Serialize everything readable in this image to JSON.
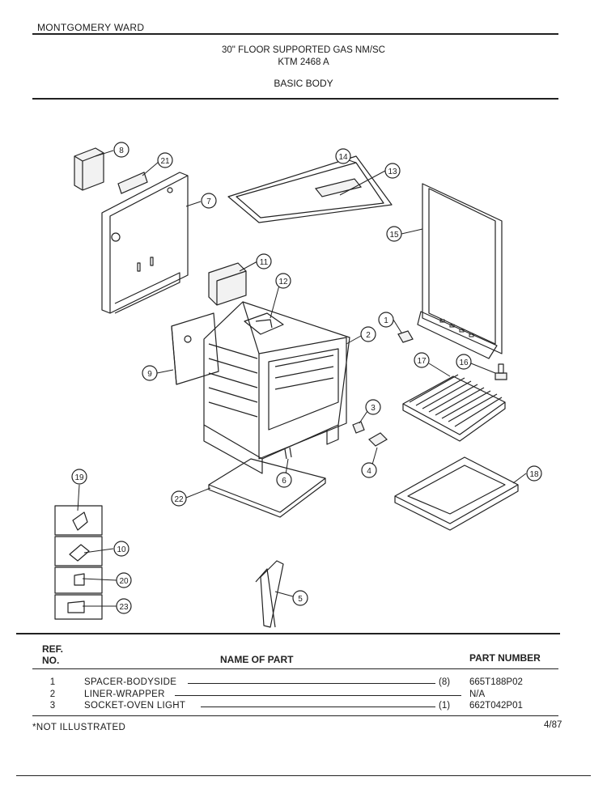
{
  "header": {
    "brand": "MONTGOMERY WARD",
    "title_line1": "30\" FLOOR SUPPORTED GAS NM/SC",
    "title_line2": "KTM 2468 A",
    "section": "BASIC BODY"
  },
  "diagram": {
    "callouts": [
      "8",
      "21",
      "7",
      "14",
      "13",
      "15",
      "11",
      "12",
      "1",
      "2",
      "9",
      "17",
      "16",
      "3",
      "4",
      "6",
      "22",
      "18",
      "19",
      "10",
      "20",
      "23",
      "5"
    ]
  },
  "table": {
    "col_ref": "REF.\nNO.",
    "col_ref_line1": "REF.",
    "col_ref_line2": "NO.",
    "col_name": "NAME OF PART",
    "col_pn": "PART NUMBER",
    "rows": [
      {
        "no": "1",
        "name": "SPACER-BODYSIDE",
        "qty": "(8)",
        "pn": "665T188P02"
      },
      {
        "no": "2",
        "name": "LINER-WRAPPER",
        "qty": "",
        "pn": "N/A"
      },
      {
        "no": "3",
        "name": "SOCKET-OVEN LIGHT",
        "qty": "(1)",
        "pn": "662T042P01"
      }
    ]
  },
  "footer": {
    "note": "*NOT ILLUSTRATED",
    "date": "4/87"
  }
}
